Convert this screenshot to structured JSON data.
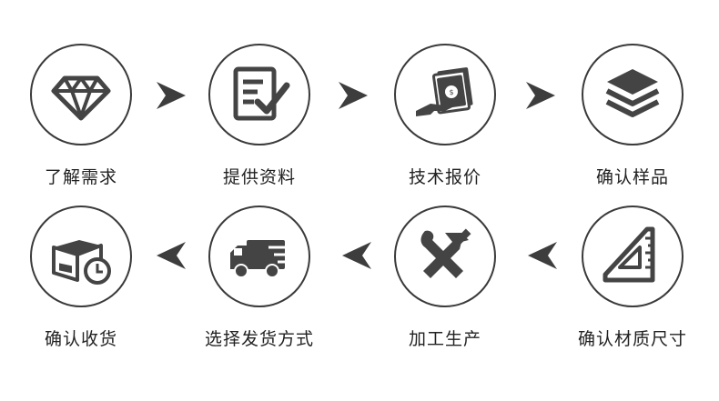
{
  "colors": {
    "icon": "#444444",
    "circle_border": "#3a3a3a",
    "arrow": "#3d3d3d",
    "text": "#222222",
    "background": "#ffffff"
  },
  "steps": [
    {
      "label": "了解需求",
      "icon": "diamond-icon"
    },
    {
      "label": "提供资料",
      "icon": "document-check-icon"
    },
    {
      "label": "技术报价",
      "icon": "money-hand-icon"
    },
    {
      "label": "确认样品",
      "icon": "layers-icon"
    },
    {
      "label": "确认收货",
      "icon": "box-clock-icon"
    },
    {
      "label": "选择发货方式",
      "icon": "delivery-truck-icon"
    },
    {
      "label": "加工生产",
      "icon": "tools-icon"
    },
    {
      "label": "确认材质尺寸",
      "icon": "triangle-ruler-icon"
    }
  ],
  "arrows": [
    {
      "direction": "right"
    },
    {
      "direction": "right"
    },
    {
      "direction": "right"
    },
    {
      "direction": "left"
    },
    {
      "direction": "left"
    },
    {
      "direction": "left"
    }
  ]
}
